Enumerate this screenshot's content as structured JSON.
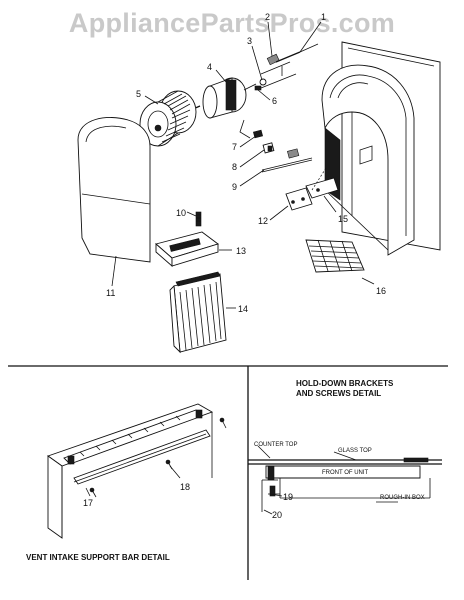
{
  "watermark": "AppliancePartsPros.com",
  "callouts": {
    "c1": "1",
    "c2": "2",
    "c3": "3",
    "c4": "4",
    "c5": "5",
    "c6": "6",
    "c7": "7",
    "c8": "8",
    "c9": "9",
    "c10": "10",
    "c11": "11",
    "c12": "12",
    "c13": "13",
    "c14": "14",
    "c15": "15",
    "c16": "16",
    "c17": "17",
    "c18": "18",
    "c19": "19",
    "c20": "20"
  },
  "details": {
    "vent_title": "VENT INTAKE SUPPORT BAR DETAIL",
    "holddown_title_line1": "HOLD-DOWN BRACKETS",
    "holddown_title_line2": "AND SCREWS DETAIL",
    "counter_top": "COUNTER TOP",
    "glass_top": "GLASS TOP",
    "front_of_unit": "FRONT OF UNIT",
    "rough_in_box": "ROUGH-IN BOX"
  }
}
